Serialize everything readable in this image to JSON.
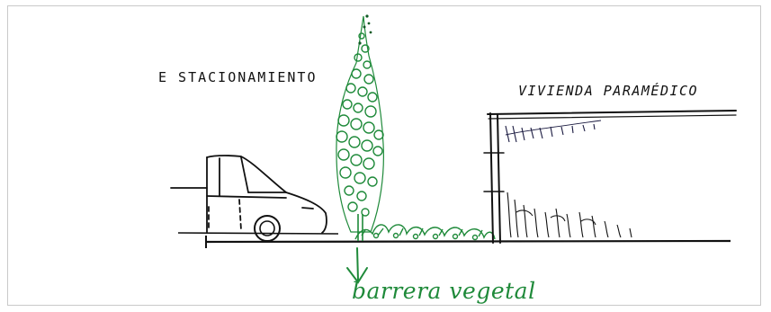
{
  "labels": {
    "parking": "E STACIONAMIENTO",
    "housing": "VIVIENDA PARAMÉDICO",
    "barrier": "barrera vegetal"
  },
  "colors": {
    "ink": "#111111",
    "vegetation": "#1f8a3a",
    "dark_vegetation": "#0f5a24",
    "frame": "#c9c9c9"
  }
}
